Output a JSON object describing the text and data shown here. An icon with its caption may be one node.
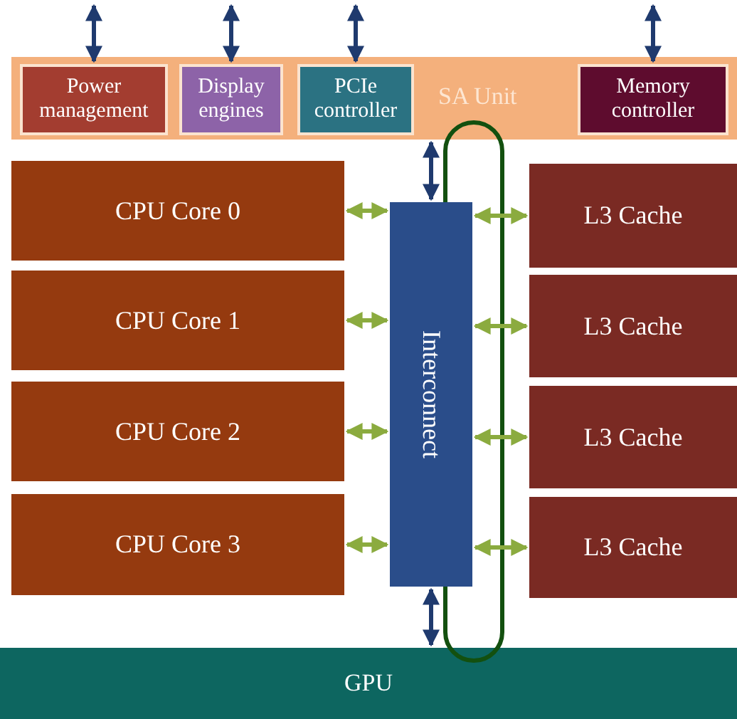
{
  "diagram": {
    "nodes": [
      {
        "text": [
          "SA Unit"
        ]
      },
      {
        "text": [
          "Power management"
        ],
        "in": 0
      },
      {
        "text": [
          "Display engines"
        ],
        "in": 0
      },
      {
        "text": [
          "PCIe controller"
        ],
        "in": 0
      },
      {
        "text": [
          "Memory controller"
        ],
        "in": 0
      },
      {
        "text": [
          "CPU Core 0"
        ]
      },
      {
        "text": [
          "CPU Core 1"
        ]
      },
      {
        "text": [
          "CPU Core 2"
        ]
      },
      {
        "text": [
          "CPU Core 3"
        ]
      },
      {
        "text": [
          "Interconnect"
        ]
      },
      {
        "text": [
          "L3 Cache"
        ]
      },
      {
        "text": [
          "L3 Cache"
        ]
      },
      {
        "text": [
          "L3 Cache"
        ]
      },
      {
        "text": [
          "L3 Cache"
        ]
      },
      {
        "text": [
          "GPU"
        ]
      }
    ],
    "edges": [
      {
        "from": 1,
        "to": null,
        "arrow": "both",
        "color": "#1f3a6e"
      },
      {
        "from": 2,
        "to": null,
        "arrow": "both",
        "color": "#1f3a6e"
      },
      {
        "from": 3,
        "to": null,
        "arrow": "both",
        "color": "#1f3a6e"
      },
      {
        "from": 4,
        "to": null,
        "arrow": "both",
        "color": "#1f3a6e"
      },
      {
        "from": 0,
        "to": 9,
        "arrow": "both",
        "color": "#1f3a6e"
      },
      {
        "from": 5,
        "to": 9,
        "arrow": "both"
      },
      {
        "from": 6,
        "to": 9,
        "arrow": "both"
      },
      {
        "from": 7,
        "to": 9,
        "arrow": "both"
      },
      {
        "from": 8,
        "to": 9,
        "arrow": "both"
      },
      {
        "from": 9,
        "to": 10,
        "arrow": "both"
      },
      {
        "from": 9,
        "to": 11,
        "arrow": "both"
      },
      {
        "from": 9,
        "to": 12,
        "arrow": "both"
      },
      {
        "from": 9,
        "to": 13,
        "arrow": "both"
      },
      {
        "from": 9,
        "to": 14,
        "arrow": "both",
        "color": "#1f3a6e"
      }
    ]
  }
}
